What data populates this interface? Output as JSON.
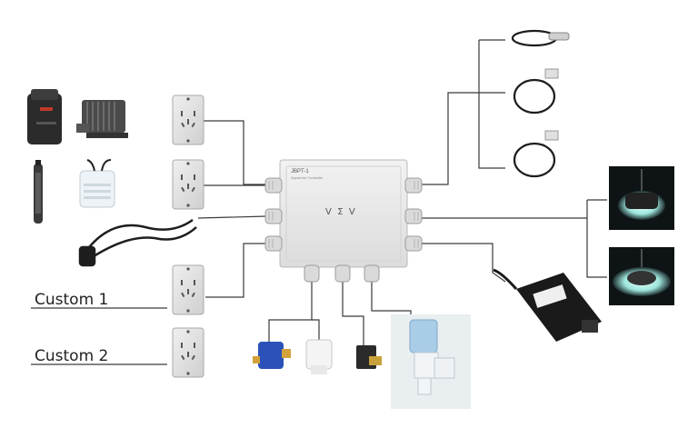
{
  "labels": {
    "custom1": "Custom 1",
    "custom2": "Custom 2"
  },
  "controller": {
    "model": "JBPT-1",
    "subtitle": "Aquarium Controller",
    "center_symbols": "V  Σ  V"
  },
  "icons": {
    "canister_filter": "canister-filter-icon",
    "water_pump": "water-pump-icon",
    "heater": "heater-icon",
    "chiller": "chiller-icon",
    "power_cord": "power-cord-icon",
    "outlet": "power-outlet-icon",
    "temperature_probe": "temperature-probe-icon",
    "led_light": "led-light-icon",
    "power_adapter": "power-adapter-icon",
    "solenoid_valve": "solenoid-valve-icon",
    "water_level_sensor": "water-level-sensor-icon"
  },
  "colors": {
    "line": "#3a3a3a",
    "box": "#e9e9e9",
    "outlet": "#e4e4e4",
    "led_glow": "#c9f5ef"
  }
}
